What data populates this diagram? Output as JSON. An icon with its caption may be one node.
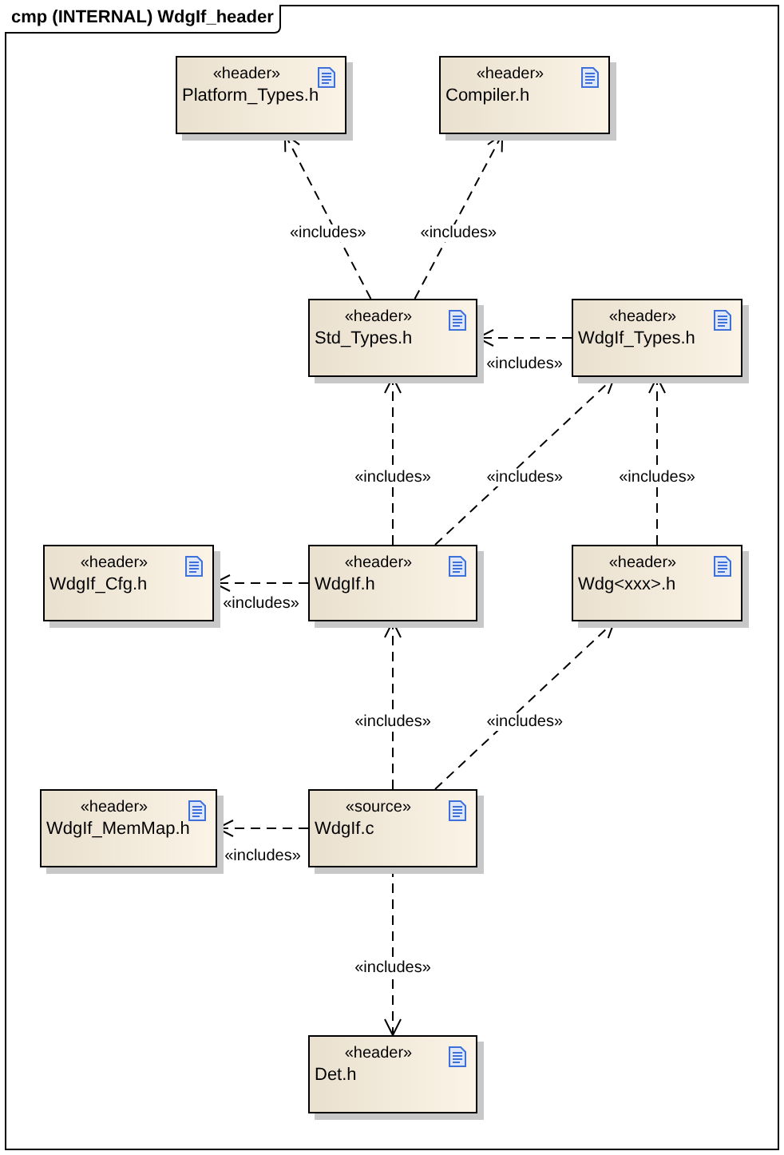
{
  "diagram": {
    "title": "cmp (INTERNAL) WdgIf_header",
    "nodes": [
      {
        "text": [
          "«header»",
          "Platform_Types.h"
        ]
      },
      {
        "text": [
          "«header»",
          "Compiler.h"
        ]
      },
      {
        "text": [
          "«header»",
          "Std_Types.h"
        ]
      },
      {
        "text": [
          "«header»",
          "WdgIf_Types.h"
        ]
      },
      {
        "text": [
          "«header»",
          "WdgIf_Cfg.h"
        ]
      },
      {
        "text": [
          "«header»",
          "WdgIf.h"
        ]
      },
      {
        "text": [
          "«header»",
          "Wdg<xxx>.h"
        ]
      },
      {
        "text": [
          "«header»",
          "WdgIf_MemMap.h"
        ]
      },
      {
        "text": [
          "«source»",
          "WdgIf.c"
        ]
      },
      {
        "text": [
          "«header»",
          "Det.h"
        ]
      }
    ],
    "edges": [
      {
        "from": 2,
        "to": 0,
        "arrow": "to",
        "label": "«includes»"
      },
      {
        "from": 2,
        "to": 1,
        "arrow": "to",
        "label": "«includes»"
      },
      {
        "from": 3,
        "to": 2,
        "arrow": "to",
        "label": "«includes»"
      },
      {
        "from": 5,
        "to": 2,
        "arrow": "to",
        "label": "«includes»"
      },
      {
        "from": 5,
        "to": 3,
        "arrow": "to",
        "label": "«includes»"
      },
      {
        "from": 6,
        "to": 3,
        "arrow": "to",
        "label": "«includes»"
      },
      {
        "from": 5,
        "to": 4,
        "arrow": "to",
        "label": "«includes»"
      },
      {
        "from": 8,
        "to": 5,
        "arrow": "to",
        "label": "«includes»"
      },
      {
        "from": 8,
        "to": 6,
        "arrow": "to",
        "label": "«includes»"
      },
      {
        "from": 8,
        "to": 7,
        "arrow": "to",
        "label": "«includes»"
      },
      {
        "from": 8,
        "to": 9,
        "arrow": "to",
        "label": "«includes»"
      }
    ]
  }
}
